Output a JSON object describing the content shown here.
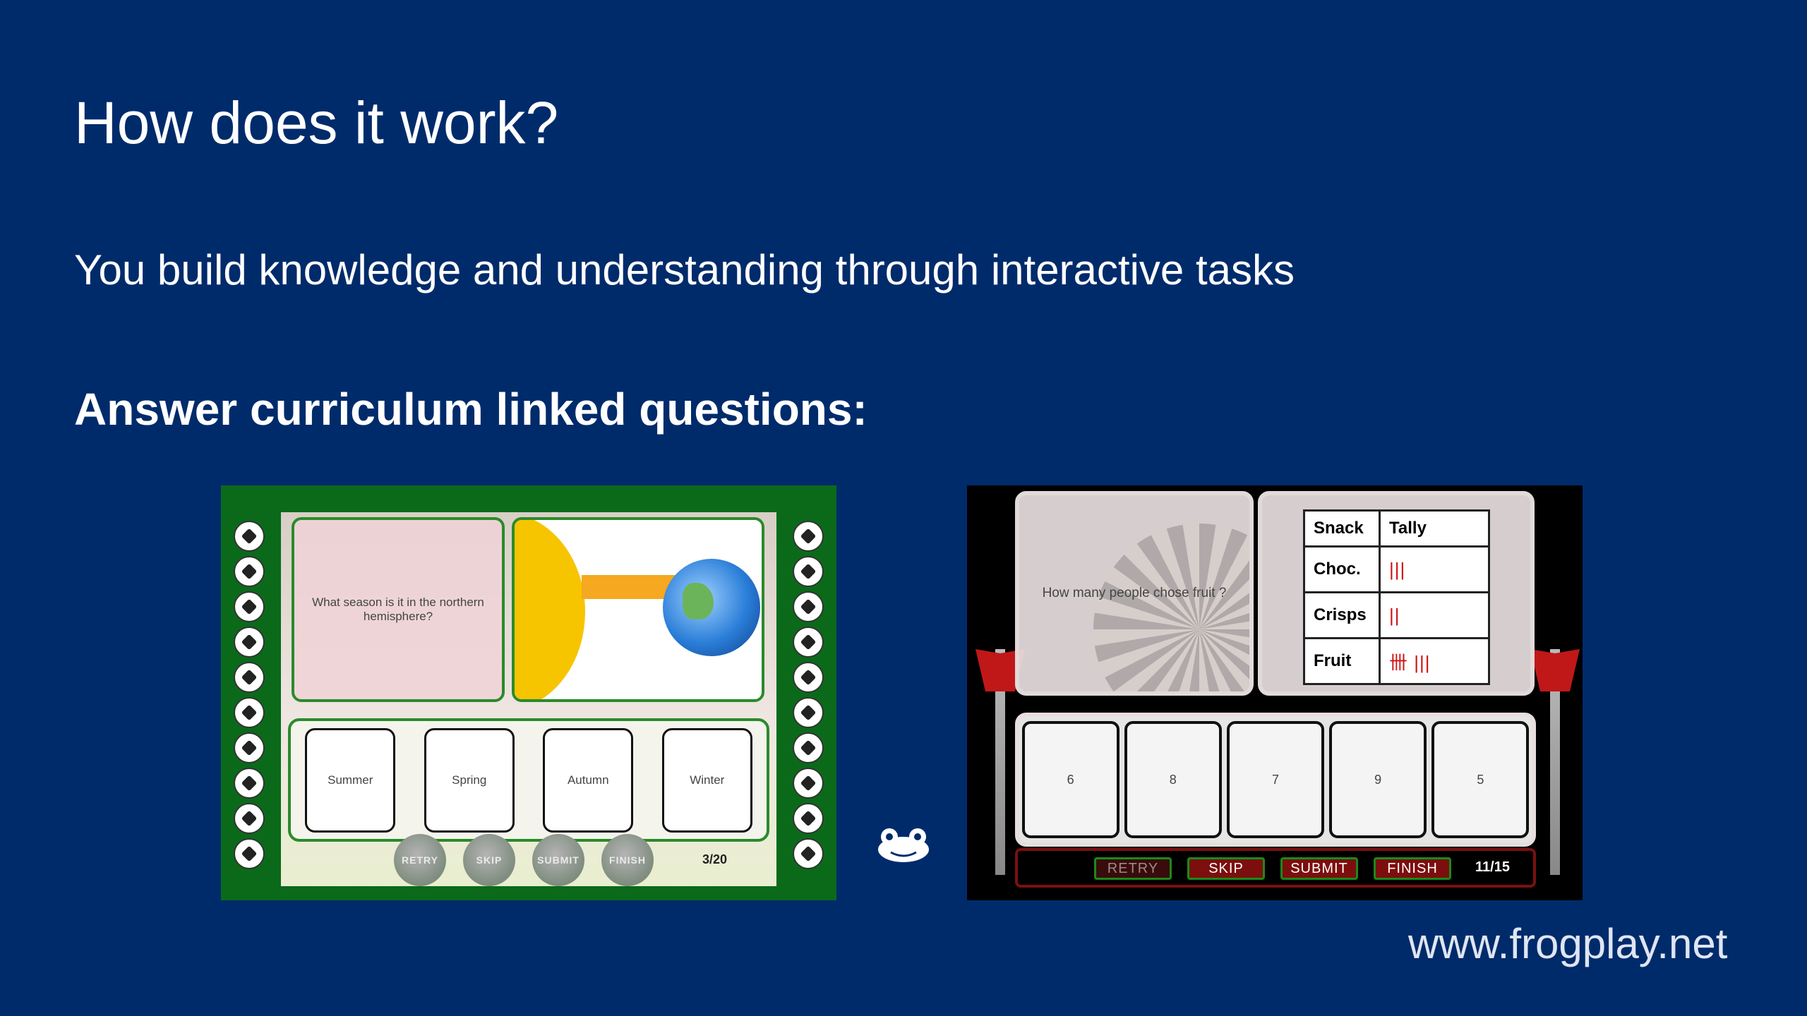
{
  "slide": {
    "title": "How does it work?",
    "subtitle": "You build knowledge and understanding through interactive tasks",
    "section_heading": "Answer curriculum linked questions:",
    "footer_url": "www.frogplay.net"
  },
  "game1": {
    "question": "What season is it in the northern hemisphere?",
    "answers": [
      "Summer",
      "Spring",
      "Autumn",
      "Winter"
    ],
    "controls": [
      "RETRY",
      "SKIP",
      "SUBMIT",
      "FINISH"
    ],
    "progress": "3/20"
  },
  "game2": {
    "question": "How many people chose fruit ?",
    "table": {
      "headers": [
        "Snack",
        "Tally"
      ],
      "rows": [
        {
          "label": "Choc.",
          "tally": "|||"
        },
        {
          "label": "Crisps",
          "tally": "||"
        },
        {
          "label": "Fruit",
          "tally": "卌 |||"
        }
      ]
    },
    "answers": [
      "6",
      "8",
      "7",
      "9",
      "5"
    ],
    "controls": [
      "RETRY",
      "SKIP",
      "SUBMIT",
      "FINISH"
    ],
    "progress": "11/15"
  }
}
